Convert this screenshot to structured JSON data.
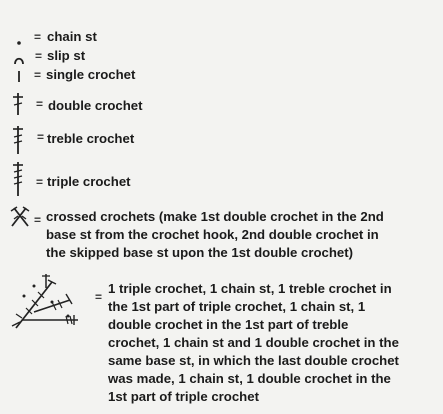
{
  "legend": {
    "chain_st": {
      "icon": "chain-stitch-dot-icon",
      "label": "chain st"
    },
    "slip_st": {
      "icon": "slip-stitch-arc-icon",
      "label": "slip st"
    },
    "single_crochet": {
      "icon": "single-crochet-bar-icon",
      "label": "single crochet"
    },
    "double_crochet": {
      "icon": "double-crochet-icon",
      "label": "double crochet"
    },
    "treble_crochet": {
      "icon": "treble-crochet-icon",
      "label": "treble crochet"
    },
    "triple_crochet": {
      "icon": "triple-crochet-icon",
      "label": "triple crochet"
    },
    "crossed_crochets": {
      "icon": "crossed-crochets-icon",
      "lines": [
        "crossed crochets (make 1st double crochet in the 2nd",
        "base st from the crochet hook, 2nd double crochet in",
        "the skipped base st upon the 1st double crochet)"
      ]
    },
    "cluster": {
      "icon": "triple-crochet-cluster-icon",
      "lines": [
        "1 triple crochet, 1 chain st, 1 treble crochet in",
        "the 1st part of triple crochet, 1 chain st, 1",
        "double crochet in the 1st part of treble",
        "crochet, 1 chain st and 1 double crochet in the",
        "same base st, in which the last double crochet",
        "was made, 1 chain st, 1 double crochet in the",
        "1st part of triple crochet"
      ]
    }
  },
  "equals_sign": "="
}
